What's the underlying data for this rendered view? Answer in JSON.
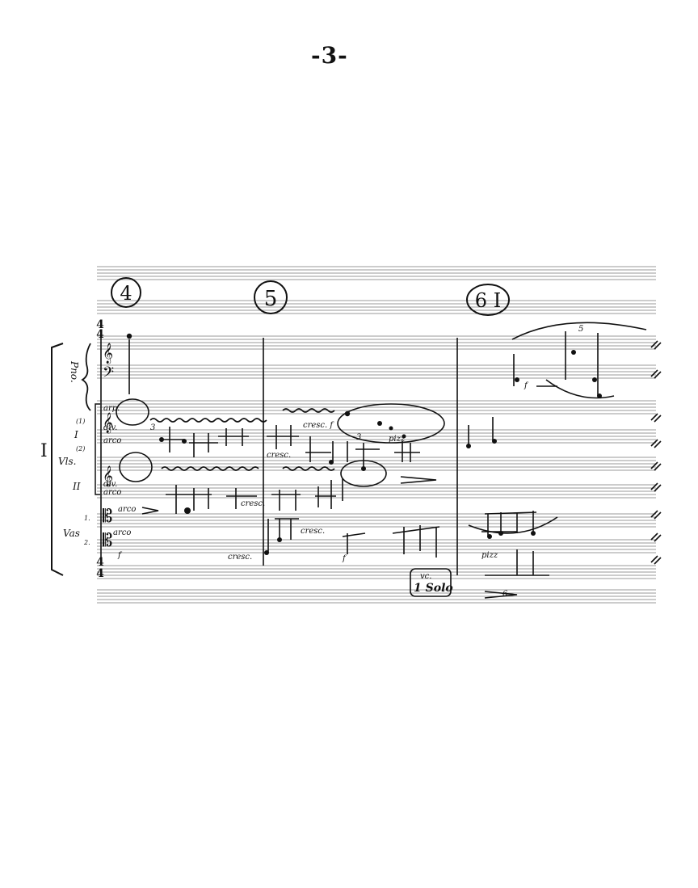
{
  "page": {
    "number": "-3-"
  },
  "rehearsal_marks": [
    "4",
    "5",
    "6 I"
  ],
  "time_signature": {
    "top": "4",
    "bottom": "4"
  },
  "instruments": {
    "piano": "Pno.",
    "section": "I",
    "violins_label": "Vls.",
    "violin_1": "I",
    "violin_1_sup": "(1)",
    "violin_2_sup": "(2)",
    "violin_2": "II",
    "violas": "Vas",
    "viola_1": "1.",
    "viola_2": "2."
  },
  "directions": {
    "arp": "arp.",
    "div": "div.",
    "arco": "arco",
    "cresc": "cresc.",
    "cresc_f": "cresc. f",
    "pizz": "pizz",
    "f": "f",
    "vc": "vc.",
    "solo": "1 Solo"
  },
  "tuplets": [
    "3",
    "5",
    "6"
  ]
}
